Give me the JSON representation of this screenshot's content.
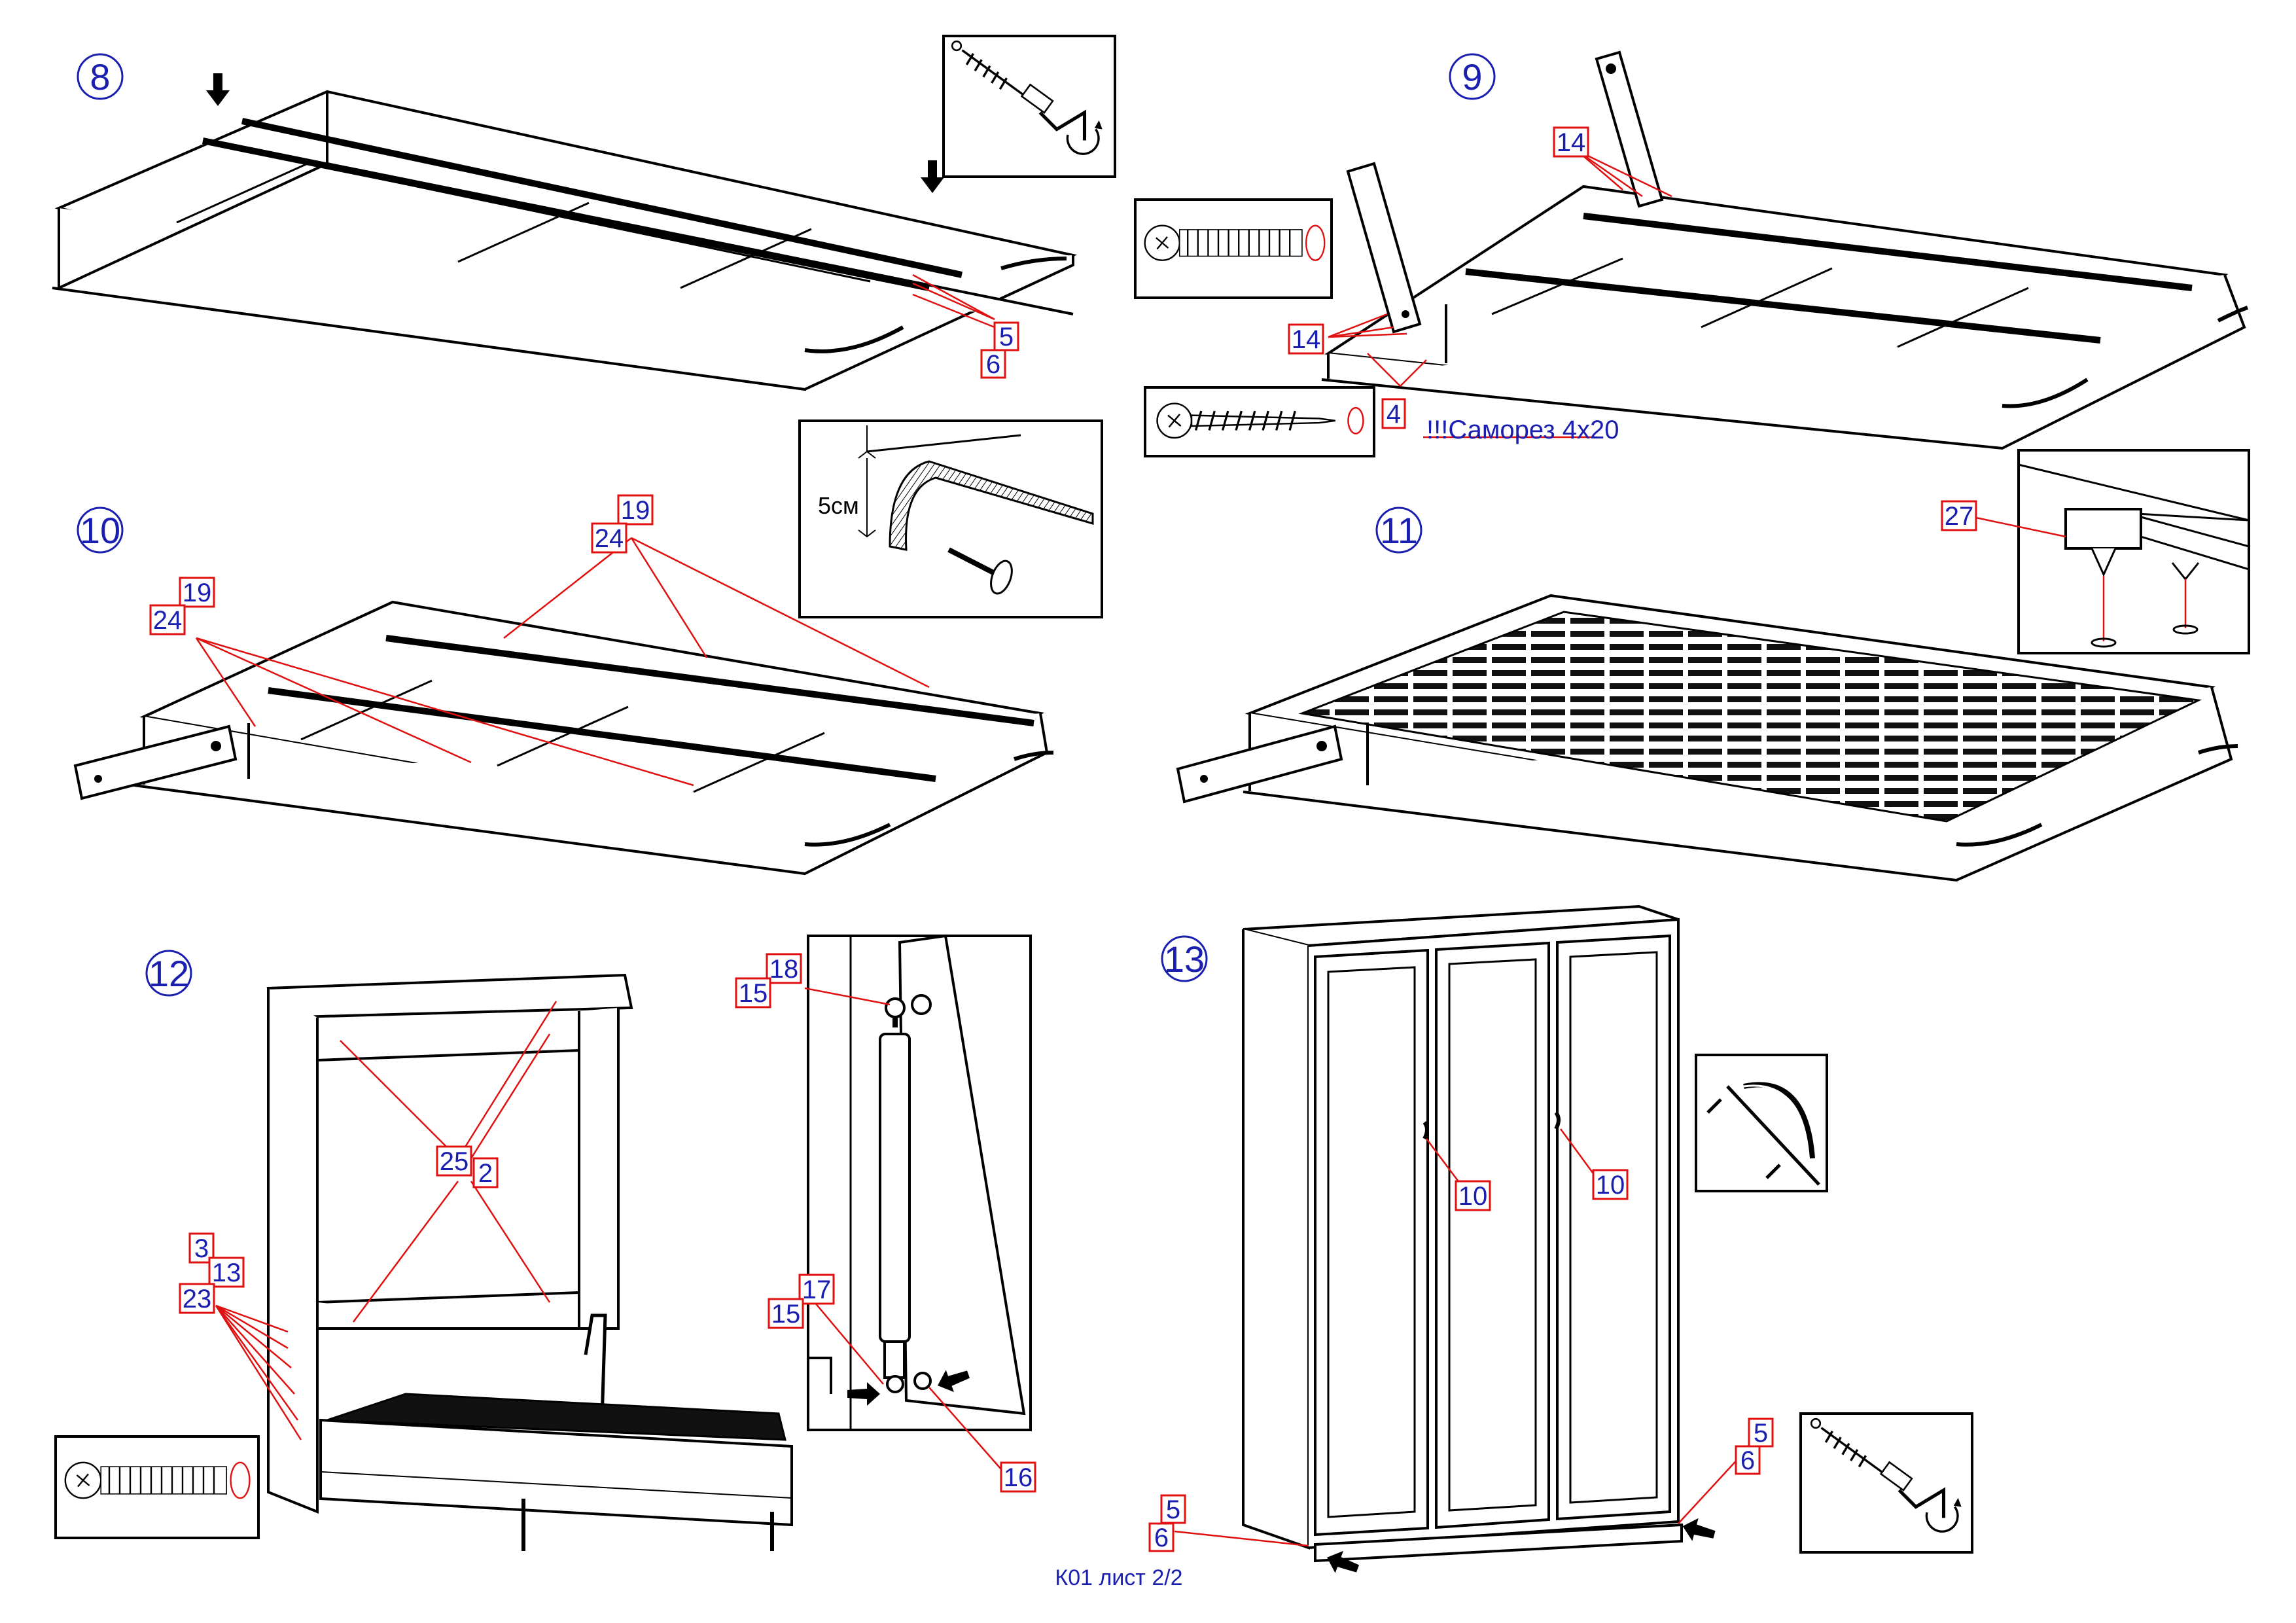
{
  "steps": [
    {
      "number": "8"
    },
    {
      "number": "9"
    },
    {
      "number": "10"
    },
    {
      "number": "11"
    },
    {
      "number": "12"
    },
    {
      "number": "13"
    }
  ],
  "notes": {
    "screw_note": "!!!Саморез 4х20",
    "gap_label": "5см",
    "sheet_caption": "К01 лист 2/2"
  },
  "parts": {
    "s8_5": "5",
    "s8_6": "6",
    "s9_14a": "14",
    "s9_14b": "14",
    "s9_4": "4",
    "s10_19a": "19",
    "s10_24a": "24",
    "s10_19b": "19",
    "s10_24b": "24",
    "s11_27": "27",
    "s12_25": "25",
    "s12_2": "2",
    "s12_3": "3",
    "s12_13": "13",
    "s12_23": "23",
    "s12_18": "18",
    "s12_15a": "15",
    "s12_17": "17",
    "s12_15b": "15",
    "s12_16": "16",
    "s13_10a": "10",
    "s13_10b": "10",
    "s13_5a": "5",
    "s13_6a": "6",
    "s13_5b": "5",
    "s13_6b": "6"
  },
  "colors": {
    "callout_red": "#e01010",
    "label_blue": "#1a1fb0",
    "line_black": "#000000"
  },
  "icons": [
    "down-arrow-icon",
    "left-arrow-icon",
    "screw-icon",
    "wrench-key-icon",
    "handle-icon"
  ]
}
